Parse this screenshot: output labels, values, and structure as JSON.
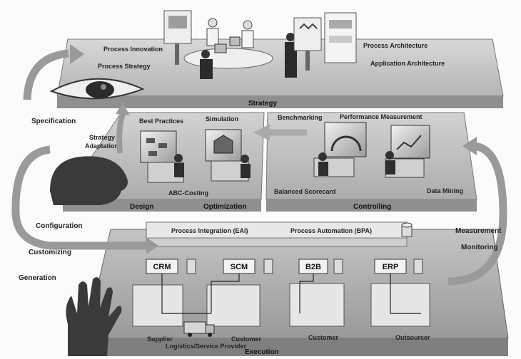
{
  "layers": {
    "strategy": {
      "title": "Strategy",
      "labels": {
        "process_innovation": "Process Innovation",
        "process_strategy": "Process Strategy",
        "process_architecture": "Process Architecture",
        "application_architecture": "Application Architecture"
      }
    },
    "design": {
      "title": "Design",
      "labels": {
        "best_practices": "Best Practices",
        "strategy_adaptation_1": "Strategy",
        "strategy_adaptation_2": "Adaptation"
      }
    },
    "optimization": {
      "title": "Optimization",
      "labels": {
        "simulation": "Simulation",
        "abc_costing": "ABC-Costing"
      }
    },
    "controlling": {
      "title": "Controlling",
      "labels": {
        "benchmarking": "Benchmarking",
        "performance_measurement": "Performance Measurement",
        "balanced_scorecard": "Balanced Scorecard",
        "data_mining": "Data Mining"
      }
    },
    "execution": {
      "title": "Execution",
      "bus": {
        "process_integration": "Process Integration (EAI)",
        "process_automation": "Process Automation (BPA)"
      },
      "systems": [
        "CRM",
        "SCM",
        "B2B",
        "ERP"
      ],
      "parties": {
        "supplier": "Supplier",
        "logistics": "Logistics/Service Provider",
        "customer_1": "Customer",
        "customer_2": "Customer",
        "outsourcer": "Outsourcer"
      }
    }
  },
  "side_labels": {
    "specification": "Specification",
    "configuration": "Configuration",
    "customizing": "Customizing",
    "generation": "Generation",
    "measurement": "Measurement",
    "monitoring": "Monitoring"
  },
  "colors": {
    "platform": "#b9b9b9",
    "platform_dark": "#8a8a8a",
    "arrow": "#9a9a9a",
    "text": "#222222"
  }
}
